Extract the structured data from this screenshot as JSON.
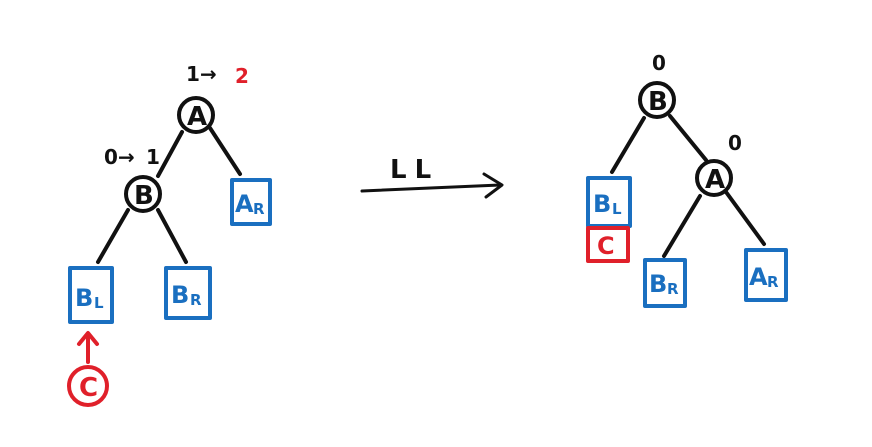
{
  "colors": {
    "ink": "#111111",
    "subtree": "#1a6fc0",
    "inserted": "#e0202a"
  },
  "before": {
    "node_a": {
      "label": "A",
      "bf_old": "1",
      "bf_arrow": "→",
      "bf_new": "2"
    },
    "node_b": {
      "label": "B",
      "bf_old": "0",
      "bf_arrow": "→",
      "bf_new": "1"
    },
    "subtree_ar": {
      "main": "A",
      "sub": "R"
    },
    "subtree_bl": {
      "main": "B",
      "sub": "L"
    },
    "subtree_br": {
      "main": "B",
      "sub": "R"
    },
    "inserted_node": {
      "label": "C"
    }
  },
  "operation": {
    "label": "LL"
  },
  "after": {
    "node_b": {
      "label": "B",
      "bf": "0"
    },
    "node_a": {
      "label": "A",
      "bf": "0"
    },
    "subtree_bl": {
      "main": "B",
      "sub": "L"
    },
    "inserted_block": {
      "label": "C"
    },
    "subtree_br": {
      "main": "B",
      "sub": "R"
    },
    "subtree_ar": {
      "main": "A",
      "sub": "R"
    }
  }
}
